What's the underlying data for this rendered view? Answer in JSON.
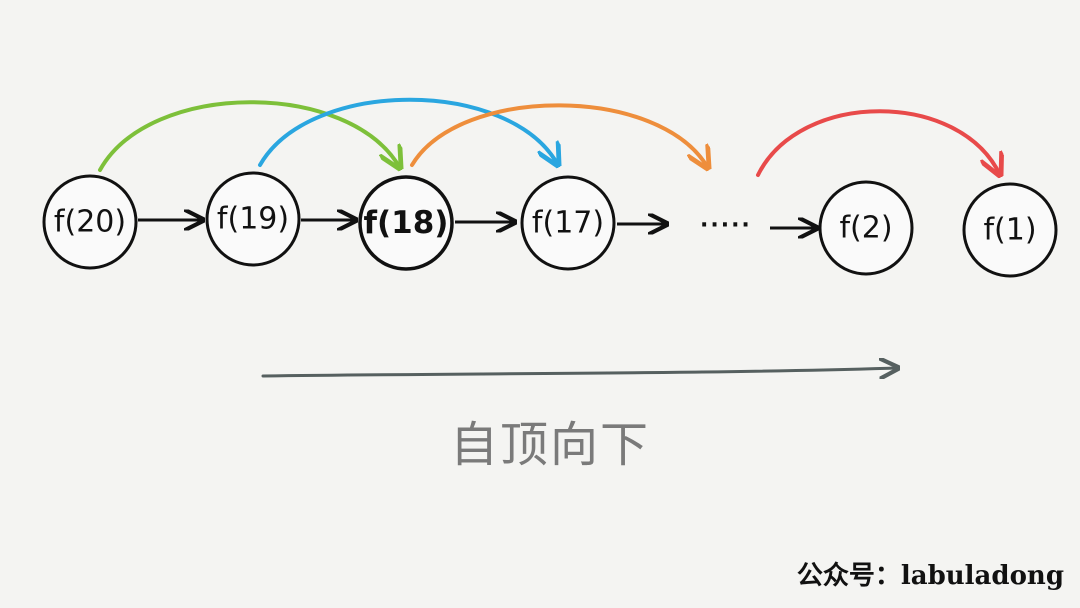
{
  "nodes": [
    {
      "label": "f(20)",
      "emphasis": false
    },
    {
      "label": "f(19)",
      "emphasis": false
    },
    {
      "label": "f(18)",
      "emphasis": true
    },
    {
      "label": "f(17)",
      "emphasis": false
    },
    {
      "label": "f(2)",
      "emphasis": false
    },
    {
      "label": "f(1)",
      "emphasis": false
    }
  ],
  "ellipsis": "·····",
  "arc_colors": {
    "green": "#7dc03a",
    "blue": "#2aa6e0",
    "orange": "#ee8e3c",
    "red": "#e84a4a"
  },
  "direction_label": "自顶向下",
  "watermark": "公众号：labuladong"
}
